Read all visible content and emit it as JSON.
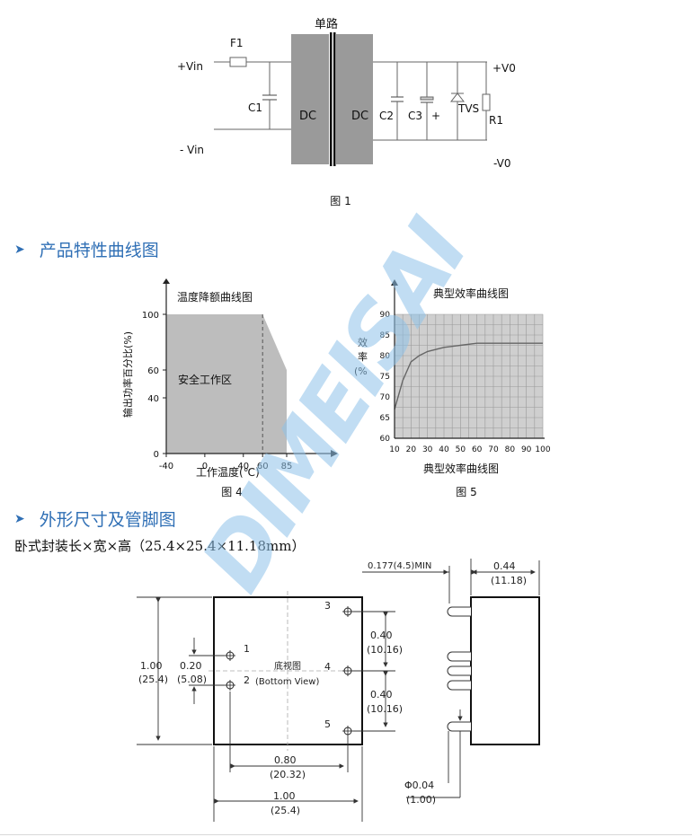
{
  "fig1": {
    "top_label": "单路",
    "vin_pos": "+Vin",
    "vin_neg": "- Vin",
    "fuse": "F1",
    "c1": "C1",
    "dc_left": "DC",
    "dc_right": "DC",
    "c2": "C2",
    "c3": "C3",
    "plus": "+",
    "tvs": "TVS",
    "r1": "R1",
    "vo_pos": "+V0",
    "vo_neg": "-V0",
    "caption": "图 1"
  },
  "section1": {
    "title": "产品特性曲线图"
  },
  "chart4": {
    "title": "温度降额曲线图",
    "ylabel": "输出功率百分比(%)",
    "xlabel": "工作温度(℃)",
    "region_label": "安全工作区",
    "xticks": [
      "-40",
      "0",
      "40",
      "60",
      "85"
    ],
    "yticks": [
      "100",
      "60",
      "40",
      "0"
    ],
    "caption": "图 4"
  },
  "chart5": {
    "title": "典型效率曲线图",
    "ylabel_chars": [
      "效",
      "率",
      "(%"
    ],
    "xlabel": "典型效率曲线图",
    "xticks": [
      "10",
      "20",
      "30",
      "40",
      "50",
      "60",
      "70",
      "80",
      "90",
      "100"
    ],
    "yticks": [
      "90",
      "85",
      "80",
      "75",
      "70",
      "65",
      "60"
    ],
    "caption": "图 5"
  },
  "chart_data": [
    {
      "type": "area",
      "title": "温度降额曲线图",
      "xlabel": "工作温度(℃)",
      "ylabel": "输出功率百分比(%)",
      "x": [
        -40,
        60,
        85
      ],
      "y": [
        100,
        100,
        60
      ],
      "xlim": [
        -40,
        85
      ],
      "ylim": [
        0,
        100
      ]
    },
    {
      "type": "line",
      "title": "典型效率曲线图",
      "xlabel": "典型效率曲线图",
      "x": [
        10,
        15,
        20,
        25,
        30,
        40,
        50,
        60,
        70,
        80,
        90,
        100
      ],
      "y": [
        67,
        74,
        78.5,
        80,
        81,
        82,
        82.5,
        83,
        83,
        83,
        83,
        83
      ],
      "xlim": [
        10,
        100
      ],
      "ylim": [
        60,
        90
      ],
      "grid": true
    }
  ],
  "section2": {
    "title": "外形尺寸及管脚图"
  },
  "package_line": "卧式封装长×宽×高（25.4×25.4×11.18mm）",
  "dims": {
    "bottom_view": "底视图",
    "bottom_view_en": "(Bottom View)",
    "pin1": "1",
    "pin2": "2",
    "pin3": "3",
    "pin4": "4",
    "pin5": "5",
    "h_in": "1.00",
    "h_mm": "(25.4)",
    "pitch12_in": "0.20",
    "pitch12_mm": "(5.08)",
    "p34_in": "0.40",
    "p34_mm": "(10.16)",
    "p45_in": "0.40",
    "p45_mm": "(10.16)",
    "spacing_in": "0.80",
    "spacing_mm": "(20.32)",
    "w_in": "1.00",
    "w_mm": "(25.4)",
    "pin_len": "0.177(4.5)MIN",
    "thick_in": "0.44",
    "thick_mm": "(11.18)",
    "pin_dia_in": "Φ0.04",
    "pin_dia_mm": "(1.00)"
  },
  "watermark": "DIMEISAI"
}
